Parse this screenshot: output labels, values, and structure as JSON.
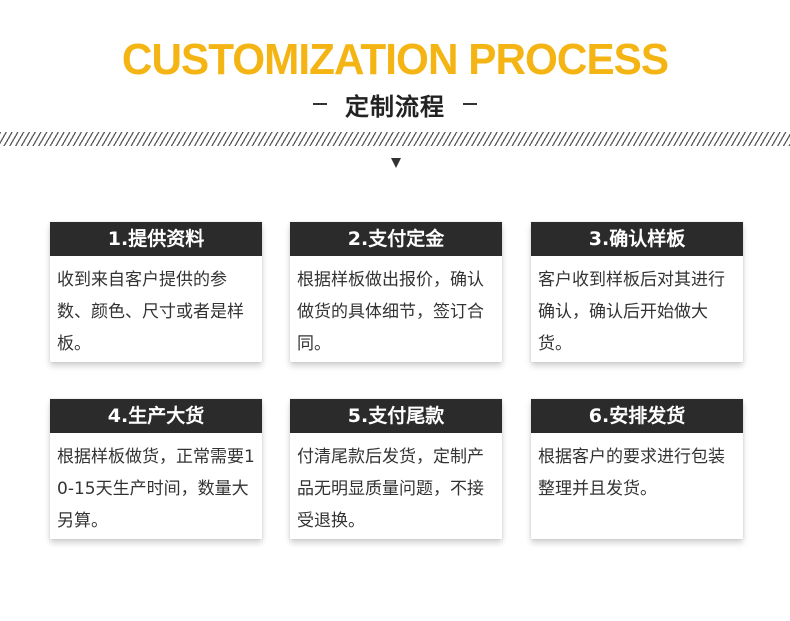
{
  "header": {
    "title_en": "CUSTOMIZATION PROCESS",
    "title_zh": "定制流程"
  },
  "colors": {
    "accent": "#f4b514",
    "card_header_bg": "#2b2b2b"
  },
  "steps": [
    {
      "title": "1.提供资料",
      "description": "收到来自客户提供的参数、颜色、尺寸或者是样板。"
    },
    {
      "title": "2.支付定金",
      "description": "根据样板做出报价，确认做货的具体细节，签订合同。"
    },
    {
      "title": "3.确认样板",
      "description": "客户收到样板后对其进行确认，确认后开始做大货。"
    },
    {
      "title": "4.生产大货",
      "description": "根据样板做货，正常需要10-15天生产时间，数量大另算。"
    },
    {
      "title": "5.支付尾款",
      "description": "付清尾款后发货，定制产品无明显质量问题，不接受退换。"
    },
    {
      "title": "6.安排发货",
      "description": "根据客户的要求进行包装整理并且发货。"
    }
  ]
}
